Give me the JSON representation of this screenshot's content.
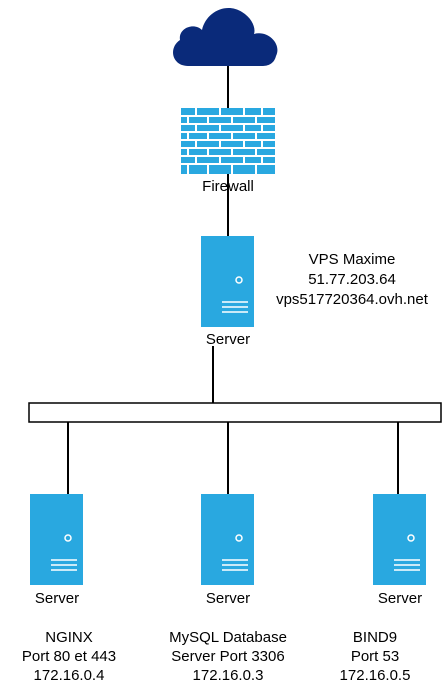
{
  "colors": {
    "cloud": "#0a2a7a",
    "firewall": "#29a8e0",
    "server": "#29a8e0",
    "line": "#000000"
  },
  "icons": {
    "cloud": "cloud-icon",
    "firewall": "firewall-icon",
    "server": "server-icon"
  },
  "firewall": {
    "label": "Firewall"
  },
  "main_server": {
    "label": "Server",
    "info": [
      "VPS Maxime",
      "51.77.203.64",
      "vps517720364.ovh.net"
    ]
  },
  "nodes": [
    {
      "label": "Server",
      "lines": [
        "NGINX",
        "Port 80 et 443",
        "172.16.0.4"
      ]
    },
    {
      "label": "Server",
      "lines": [
        "MySQL Database",
        "Server Port 3306",
        "172.16.0.3"
      ]
    },
    {
      "label": "Server",
      "lines": [
        "BIND9",
        "Port 53",
        "172.16.0.5"
      ]
    }
  ]
}
